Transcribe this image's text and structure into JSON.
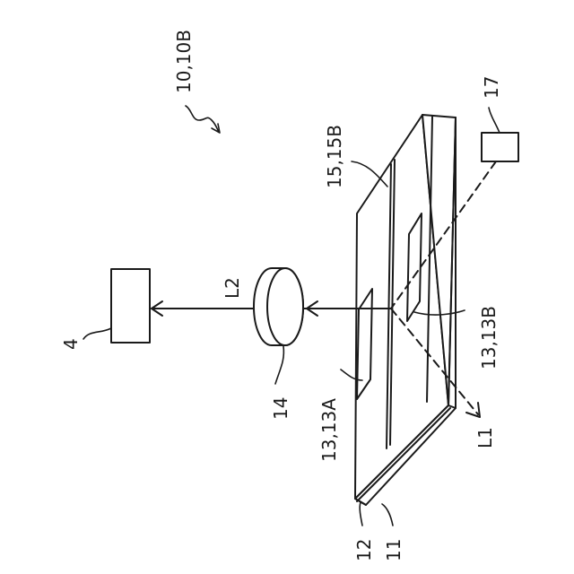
{
  "figure": {
    "labels": {
      "device": "10,10B",
      "substrate_layer": "15,15B",
      "light_source": "17",
      "beam_out": "L2",
      "detector": "4",
      "lens": "14",
      "region_a": "13,13A",
      "region_b": "13,13B",
      "beam_in": "L1",
      "layer_12": "12",
      "layer_11": "11"
    }
  }
}
